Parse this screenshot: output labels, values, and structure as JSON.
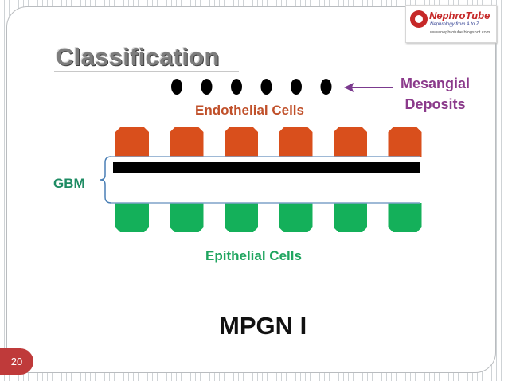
{
  "slide": {
    "title": "Classification",
    "number": "20",
    "caption": "MPGN I"
  },
  "logo": {
    "name": "NephroTube",
    "tagline": "Nephrology from A to Z",
    "url": "www.nephrotube.blogspot.com"
  },
  "diagram": {
    "endothelial_label": "Endothelial Cells",
    "mesangial_label_line1": "Mesangial",
    "mesangial_label_line2": "Deposits",
    "gbm_label": "GBM",
    "epithelial_label": "Epithelial Cells",
    "deposit_count": 6,
    "endothelial_cell_count": 6,
    "epithelial_cell_count": 6,
    "colors": {
      "endothelial": "#d94f1c",
      "epithelial": "#14b05a",
      "gbm": "#000000",
      "deposit": "#000000",
      "arrow": "#7b3a8e",
      "bracket": "#4a7fb5"
    }
  }
}
